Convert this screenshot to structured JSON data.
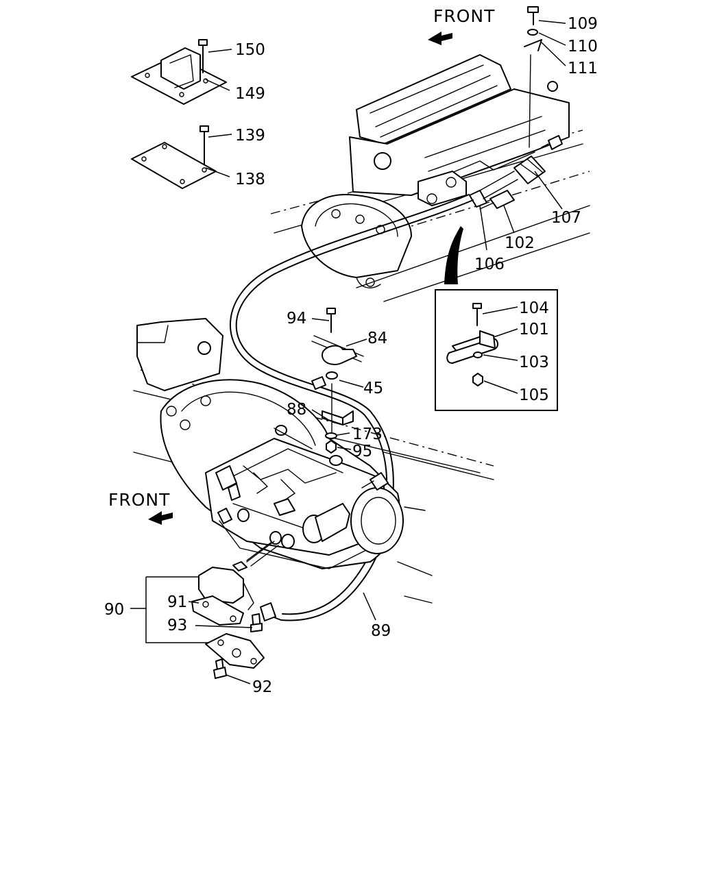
{
  "front_label_top": "FRONT",
  "front_label_bottom": "FRONT",
  "labels": {
    "p150": "150",
    "p149": "149",
    "p139": "139",
    "p138": "138",
    "p109": "109",
    "p110": "110",
    "p111": "111",
    "p107": "107",
    "p102": "102",
    "p106": "106",
    "p104": "104",
    "p101": "101",
    "p103": "103",
    "p105": "105",
    "p94": "94",
    "p84": "84",
    "p45": "45",
    "p88": "88",
    "p173": "173",
    "p95": "95",
    "p90": "90",
    "p91": "91",
    "p93": "93",
    "p92": "92",
    "p89": "89"
  },
  "icons": {
    "front_arrow": "arrow-icon"
  }
}
